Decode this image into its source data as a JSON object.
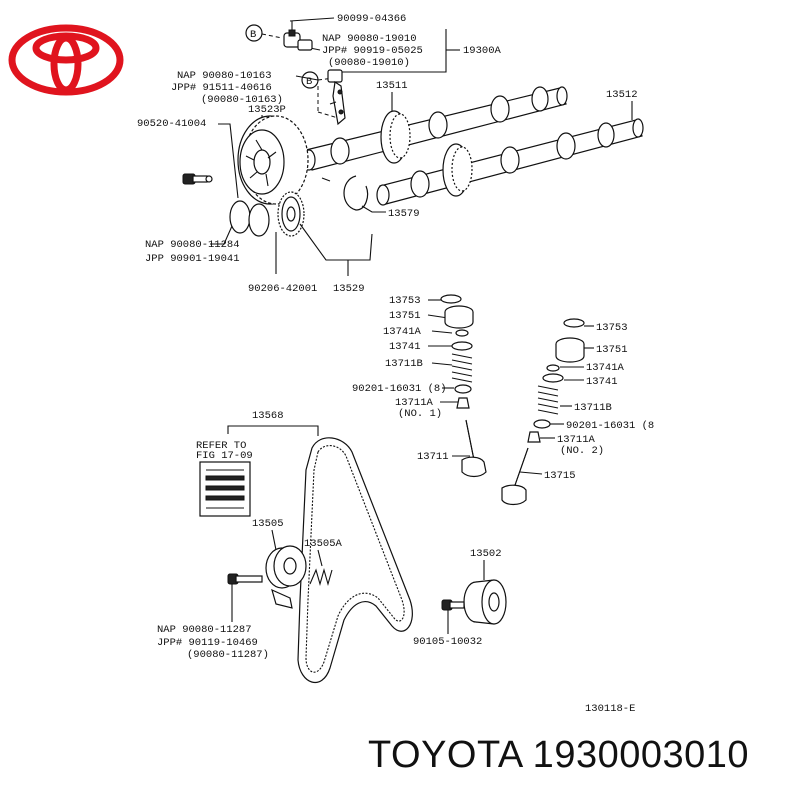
{
  "labels": {
    "bolt_group": "90099-04366",
    "nap_19010": "NAP  90080-19010",
    "jpp_05025": "JPP# 90919-05025",
    "paren_19010": "(90080-19010)",
    "sensor": "19300A",
    "nap_10163": "NAP  90080-10163",
    "jpp_40616": "JPP# 91511-40616",
    "paren_10163": "(90080-10163)",
    "cam_13511": "13511",
    "cam_13512": "13512",
    "pulley": "13523P",
    "bolt_41004": "90520-41004",
    "clip_13579": "13579",
    "nap_11284": "NAP  90080-11284",
    "jpp_19041": "JPP  90901-19041",
    "pin_42001": "90206-42001",
    "gear_13529": "13529",
    "l_13753": "13753",
    "l_13751": "13751",
    "l_13741a": "13741A",
    "l_13741": "13741",
    "l_13711b": "13711B",
    "l_16031": "90201-16031 (8)",
    "l_13711a": "13711A",
    "l_no1": "(NO. 1)",
    "r_13753": "13753",
    "r_13751": "13751",
    "r_13741a": "13741A",
    "r_13741": "13741",
    "r_13711b": "13711B",
    "r_16031": "90201-16031 (8",
    "r_13711a": "13711A",
    "r_no2": "(NO. 2)",
    "belt": "13568",
    "refer_1": "REFER TO",
    "refer_2": "FIG 17-09",
    "tensioner": "13505",
    "spring": "13505A",
    "idler": "13502",
    "valve_in": "13711",
    "valve_ex": "13715",
    "nap_11287": "NAP  90080-11287",
    "jpp_10469": "JPP# 90119-10469",
    "paren_11287": "(90080-11287)",
    "bolt_10032": "90105-10032",
    "fig_code": "130118-E",
    "marker_b": "B"
  },
  "brand": {
    "text": "TOYOTA 1930003010",
    "logo_color": "#e0141e"
  }
}
